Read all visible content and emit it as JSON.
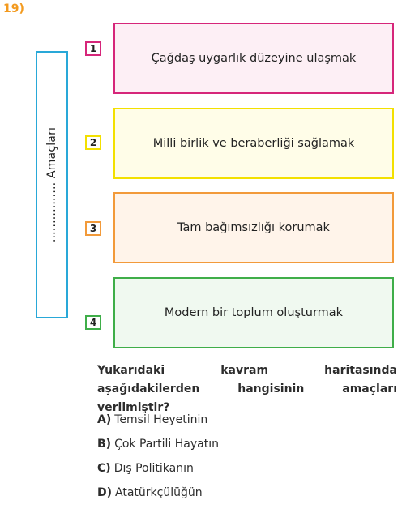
{
  "question_number": "19)",
  "vertical_label": "................ Amaçları",
  "items": [
    {
      "num": "1",
      "text": "Çağdaş uygarlık düzeyine ulaşmak",
      "border": "#d6267a",
      "fill": "#fdeff5"
    },
    {
      "num": "2",
      "text": "Milli birlik ve beraberliği sağlamak",
      "border": "#f3e000",
      "fill": "#fffde8"
    },
    {
      "num": "3",
      "text": "Tam bağımsızlığı korumak",
      "border": "#f29a3a",
      "fill": "#fff4ea"
    },
    {
      "num": "4",
      "text": "Modern bir toplum oluşturmak",
      "border": "#3fae49",
      "fill": "#f0f9f0"
    }
  ],
  "question_text": "Yukarıdaki kavram haritasında aşağıdakilerden hangisinin amaçları verilmiştir?",
  "options": [
    {
      "letter": "A)",
      "text": "Temsil Heyetinin"
    },
    {
      "letter": "B)",
      "text": "Çok Partili Hayatın"
    },
    {
      "letter": "C)",
      "text": "Dış Politikanın"
    },
    {
      "letter": "D)",
      "text": "Atatürkçülüğün"
    }
  ]
}
